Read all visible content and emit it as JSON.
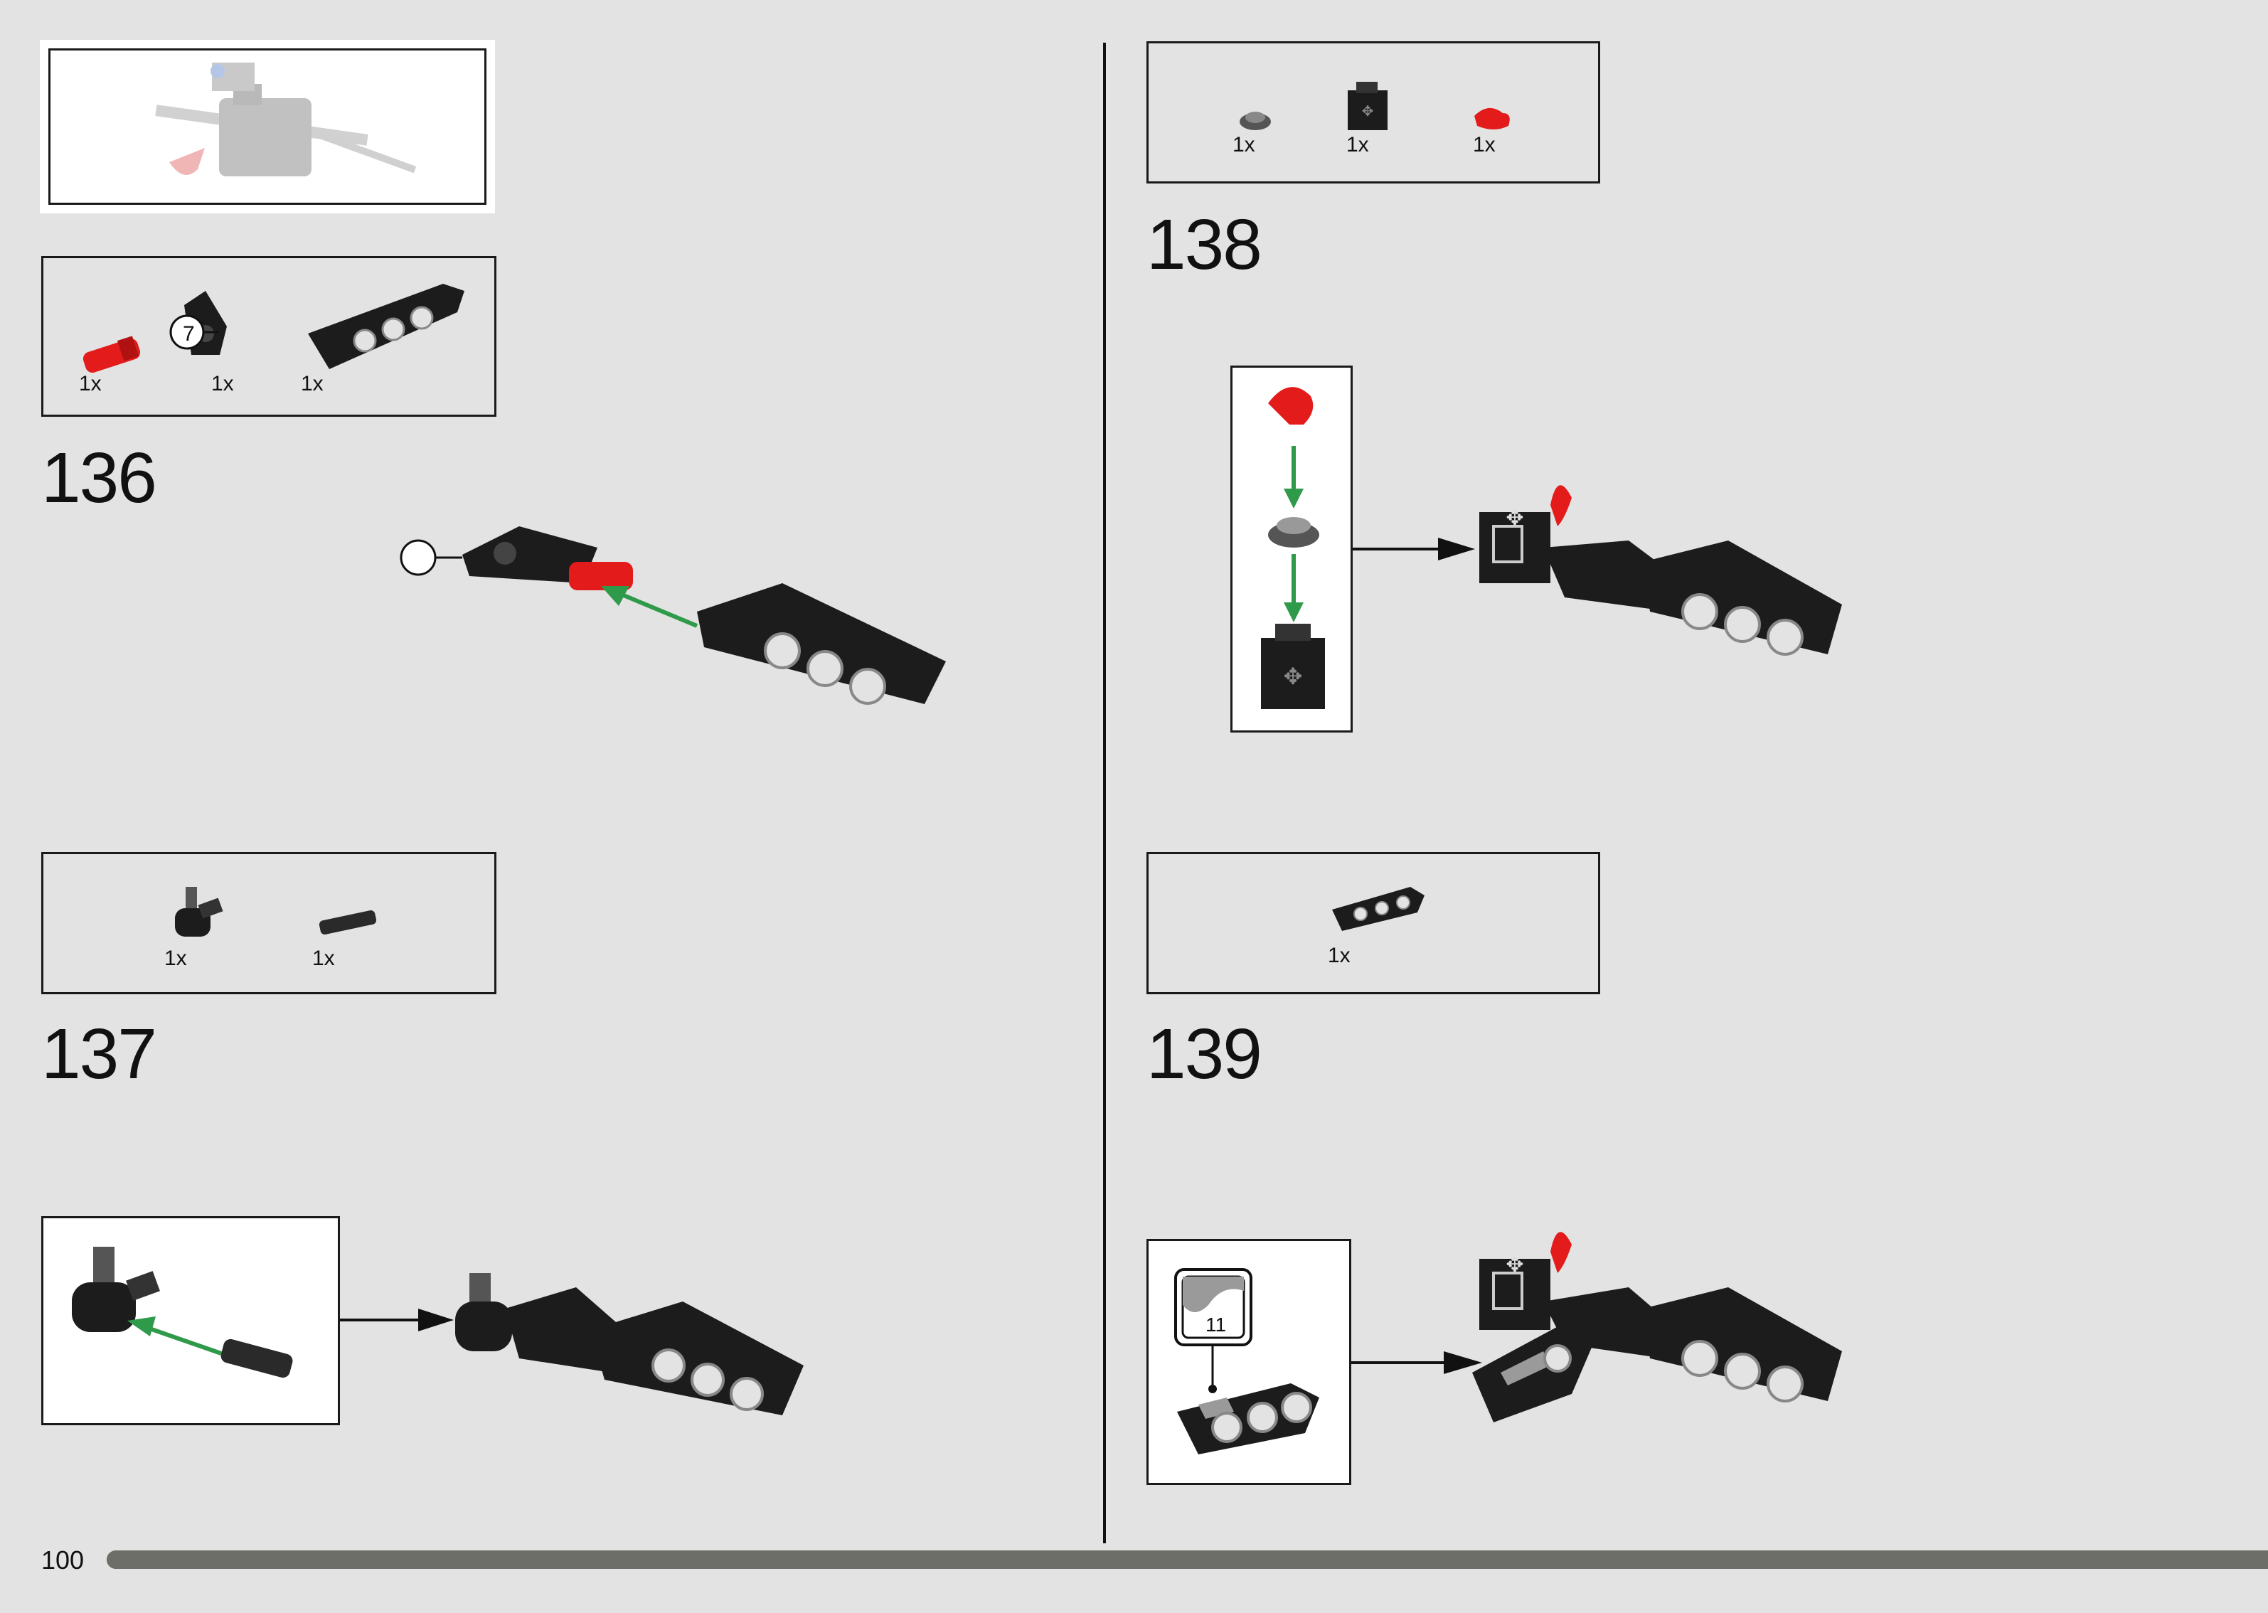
{
  "page": {
    "number": "100",
    "progress": 1.0
  },
  "callout_box": {
    "step": "136-context"
  },
  "steps": [
    {
      "number": "136",
      "parts": [
        {
          "qty": "1x",
          "icon": "red-axle-connector-icon"
        },
        {
          "qty": "1x",
          "icon": "black-angle-connector-icon",
          "callout": "7"
        },
        {
          "qty": "1x",
          "icon": "black-panel-beam-icon"
        }
      ],
      "callout": "7"
    },
    {
      "number": "137",
      "parts": [
        {
          "qty": "1x",
          "icon": "axle-joint-icon"
        },
        {
          "qty": "1x",
          "icon": "small-pin-icon"
        }
      ]
    },
    {
      "number": "138",
      "parts": [
        {
          "qty": "1x",
          "icon": "round-plate-icon"
        },
        {
          "qty": "1x",
          "icon": "black-brick-icon"
        },
        {
          "qty": "1x",
          "icon": "red-hand-icon"
        }
      ]
    },
    {
      "number": "139",
      "parts": [
        {
          "qty": "1x",
          "icon": "black-beam-3-icon"
        }
      ],
      "sticker": "11"
    }
  ],
  "colors": {
    "arrow_green": "#2f9a4a",
    "part_red": "#e31b1b",
    "part_black": "#1c1c1c",
    "background": "#e3e3e3",
    "progress": "#6e6e69"
  }
}
